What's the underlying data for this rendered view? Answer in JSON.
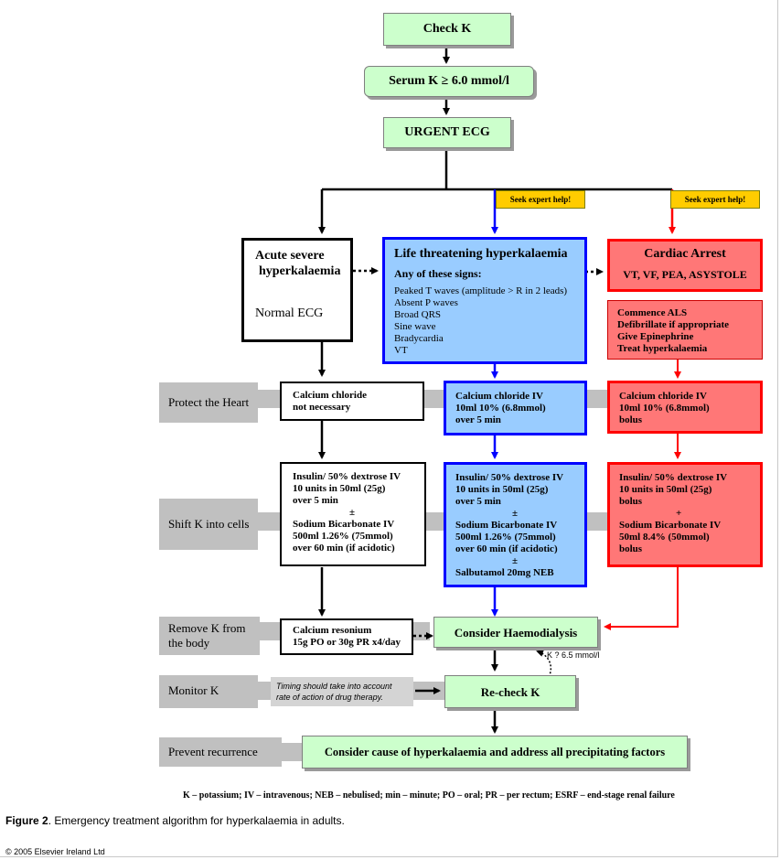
{
  "header": {
    "check_k": "Check K",
    "serum_k": "Serum K ≥ 6.0 mmol/l",
    "urgent_ecg": "URGENT ECG"
  },
  "expert_help": [
    "Seek expert help!",
    "Seek expert help!"
  ],
  "columns": {
    "acute": {
      "title_line1": "Acute severe",
      "title_line2": "hyperkalaemia",
      "sub": "Normal ECG"
    },
    "life": {
      "title": "Life threatening hyperkalaemia",
      "subtitle": "Any of these signs:",
      "signs": [
        "Peaked T waves (amplitude > R in 2 leads)",
        "Absent P waves",
        "Broad QRS",
        "Sine wave",
        "Bradycardia",
        "VT"
      ]
    },
    "arrest": {
      "title": "Cardiac Arrest",
      "rhythms": "VT, VF, PEA, ASYSTOLE",
      "actions": [
        "Commence ALS",
        "Defibrillate if appropriate",
        "Give Epinephrine",
        "Treat hyperkalaemia"
      ]
    }
  },
  "stages": {
    "protect": {
      "label": "Protect the Heart",
      "acute": [
        "Calcium chloride",
        "not necessary"
      ],
      "life": [
        "Calcium chloride IV",
        "10ml 10%  (6.8mmol)",
        "over 5 min"
      ],
      "arrest": [
        "Calcium chloride IV",
        "10ml 10%  (6.8mmol)",
        "bolus"
      ]
    },
    "shift": {
      "label": "Shift K into cells",
      "acute": [
        "Insulin/ 50% dextrose IV",
        "10 units in 50ml  (25g)",
        "over 5 min",
        "±",
        "Sodium Bicarbonate IV",
        "500ml 1.26% (75mmol)",
        "over 60 min  (if acidotic)"
      ],
      "life": [
        "Insulin/ 50% dextrose IV",
        "10 units in 50ml  (25g)",
        "over 5 min",
        "±",
        "Sodium Bicarbonate IV",
        "500ml 1.26% (75mmol)",
        "over 60 min (if acidotic)",
        "±",
        "Salbutamol 20mg NEB"
      ],
      "arrest": [
        "Insulin/ 50% dextrose IV",
        "10 units in 50ml  (25g)",
        "bolus",
        "+",
        "Sodium Bicarbonate IV",
        "50ml 8.4% (50mmol)",
        "bolus"
      ]
    },
    "remove": {
      "label": [
        "Remove K from",
        "the body"
      ],
      "acute": [
        "Calcium resonium",
        "15g PO or 30g PR x4/day"
      ],
      "haemo": "Consider Haemodialysis",
      "k_note": "K ? 6.5 mmol/l"
    },
    "monitor": {
      "label": "Monitor K",
      "timing": [
        "Timing should take into account",
        "rate of action of drug therapy."
      ],
      "recheck": "Re-check K"
    },
    "prevent": {
      "label": "Prevent recurrence",
      "text": "Consider cause of hyperkalaemia and address all precipitating factors"
    }
  },
  "legend": "K – potassium; IV – intravenous; NEB – nebulised; min – minute; PO – oral; PR – per rectum; ESRF – end-stage renal failure",
  "caption": {
    "label": "Figure 2",
    "text": ". Emergency treatment algorithm for hyperkalaemia in adults."
  },
  "copyright": "© 2005 Elsevier Ireland Ltd",
  "colors": {
    "green": "#ccffcc",
    "blue": "#99ccff",
    "red": "#ff7777",
    "yellow": "#ffcc00",
    "grey": "#c0c0c0"
  }
}
